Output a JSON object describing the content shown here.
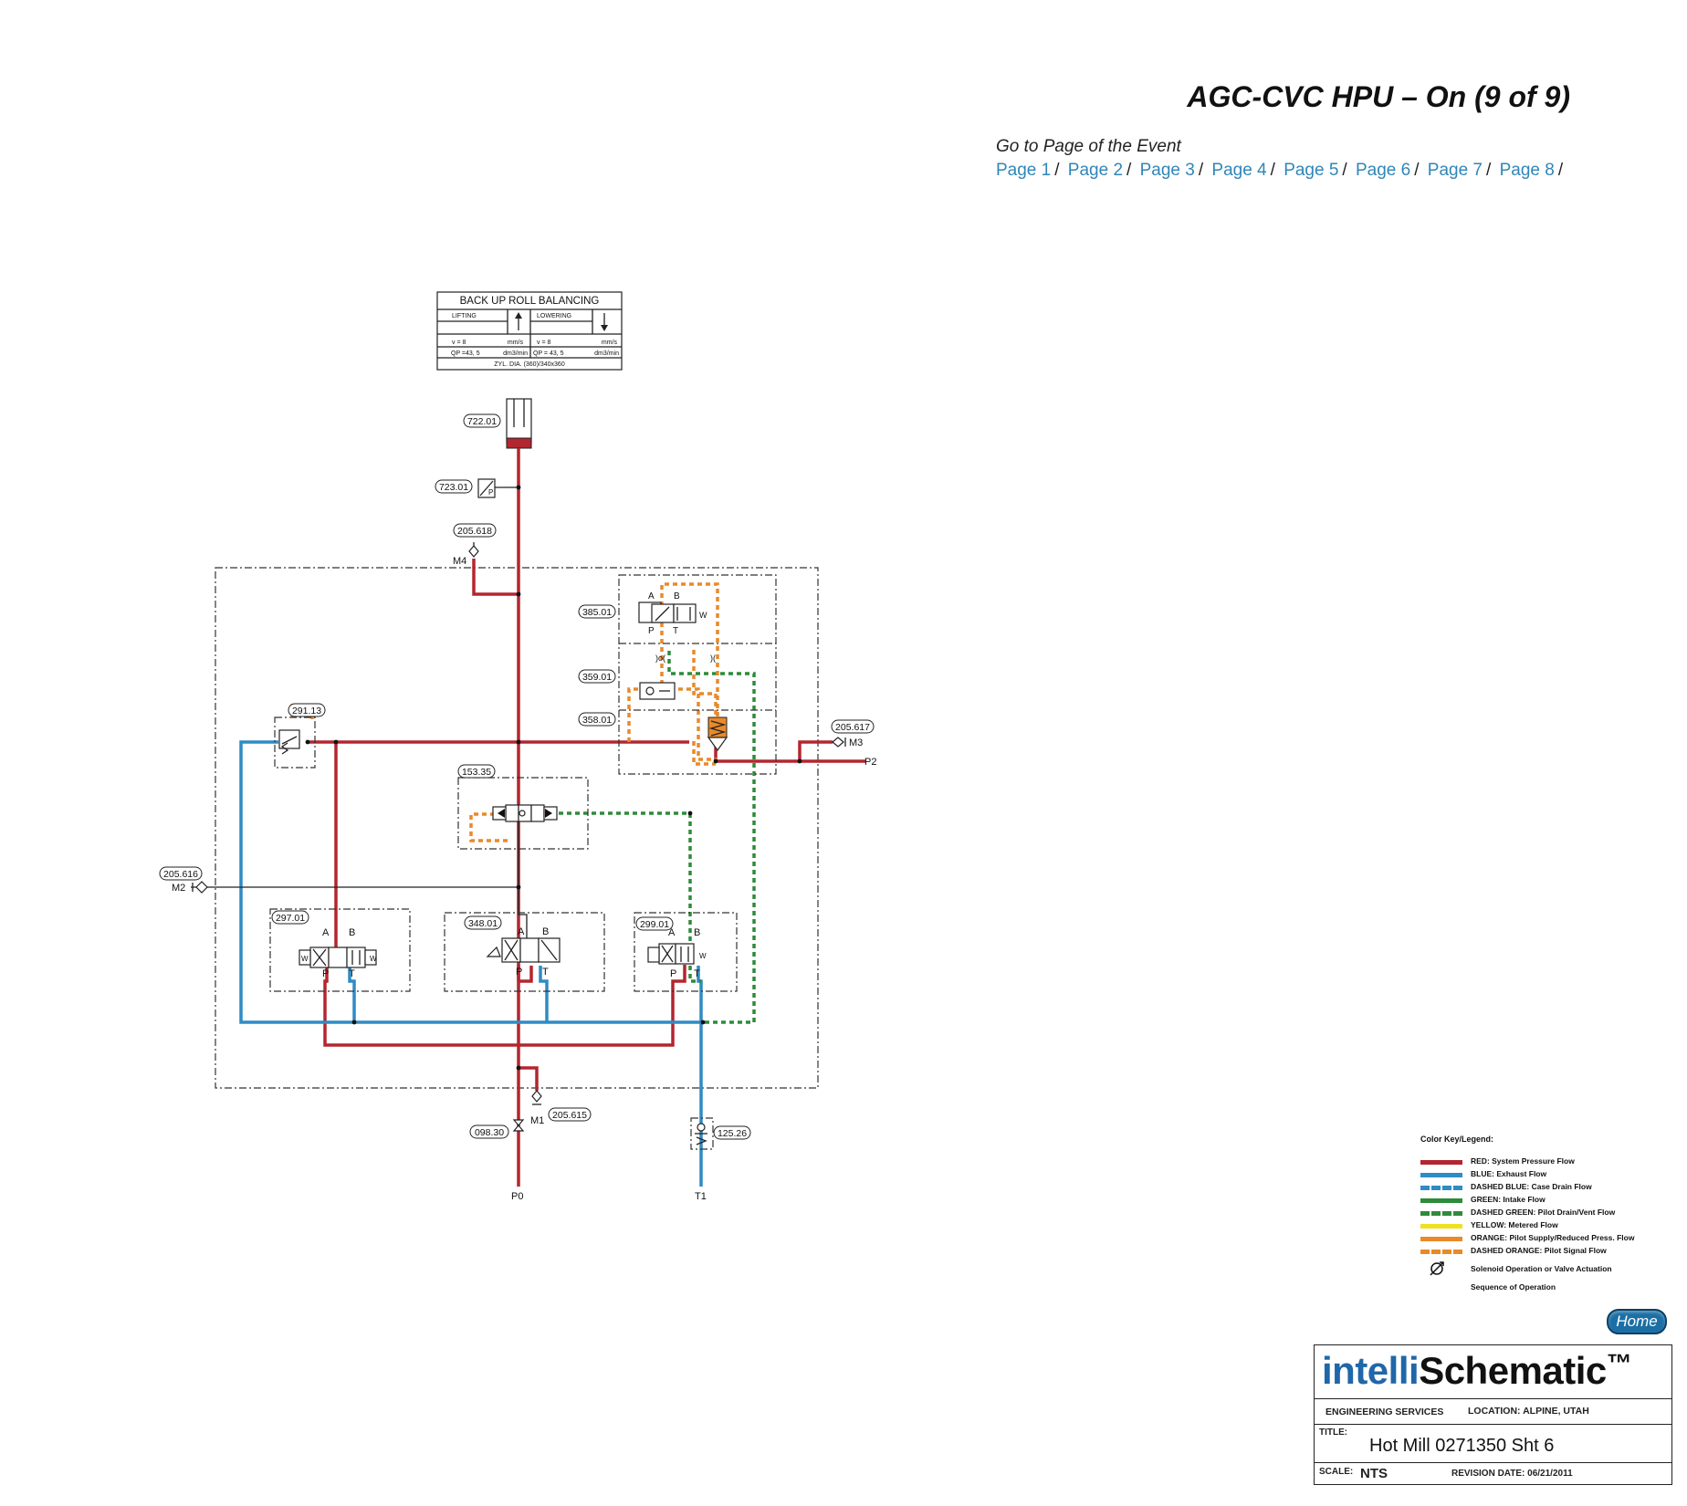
{
  "header": {
    "title": "AGC-CVC HPU – On (9 of 9)",
    "goto_label": "Go to Page of the Event",
    "pages": [
      "Page 1",
      "Page 2",
      "Page 3",
      "Page 4",
      "Page 5",
      "Page 6",
      "Page 7",
      "Page 8"
    ],
    "separator": "/"
  },
  "colors": {
    "pressure": "#b3262f",
    "exhaust": "#2f8bc4",
    "intake": "#2e8b3a",
    "metered": "#f0e020",
    "pilot": "#e88a2a",
    "line": "#222222"
  },
  "balancing_table": {
    "title": "BACK UP ROLL BALANCING",
    "lifting": "LIFTING",
    "lowering": "LOWERING",
    "v_left": "v = 8",
    "v_left_unit": "mm/s",
    "v_right": "v = 8",
    "v_right_unit": "mm/s",
    "qp_left": "QP =43, 5",
    "qp_left_unit": "dm3/min",
    "qp_right": "QP = 43, 5",
    "qp_right_unit": "dm3/min",
    "cyl": "ZYL. DIA. (360)/340x360"
  },
  "tags": {
    "t722": "722.01",
    "t723": "723.01",
    "t205_618": "205.618",
    "t385": "385.01",
    "t359": "359.01",
    "t358": "358.01",
    "t291": "291.13",
    "t205_617": "205.617",
    "t153": "153.35",
    "t205_616": "205.616",
    "t297": "297.01",
    "t348": "348.01",
    "t299": "299.01",
    "t205_615": "205.615",
    "t098": "098.30",
    "t125": "125.26"
  },
  "ports": {
    "m1": "M1",
    "m2": "M2",
    "m3": "M3",
    "m4": "M4",
    "p0": "P0",
    "p2": "P2",
    "t1": "T1",
    "a": "A",
    "b": "B",
    "p": "P",
    "t": "T",
    "w": "W"
  },
  "legend": {
    "title": "Color Key/Legend:",
    "items": [
      {
        "label": "RED: System Pressure Flow",
        "color": "#b3262f",
        "style": "solid"
      },
      {
        "label": "BLUE: Exhaust Flow",
        "color": "#2f8bc4",
        "style": "solid"
      },
      {
        "label": "DASHED BLUE: Case Drain Flow",
        "color": "#2f8bc4",
        "style": "dashed"
      },
      {
        "label": "GREEN: Intake Flow",
        "color": "#2e8b3a",
        "style": "solid"
      },
      {
        "label": "DASHED GREEN: Pilot Drain/Vent Flow",
        "color": "#2e8b3a",
        "style": "dashed"
      },
      {
        "label": "YELLOW: Metered Flow",
        "color": "#f0e020",
        "style": "solid"
      },
      {
        "label": "ORANGE: Pilot Supply/Reduced Press. Flow",
        "color": "#e88a2a",
        "style": "solid"
      },
      {
        "label": "DASHED ORANGE: Pilot Signal Flow",
        "color": "#e88a2a",
        "style": "dashed"
      }
    ],
    "solenoid": "Solenoid Operation or Valve Actuation",
    "sequence": "Sequence of Operation"
  },
  "home_label": "Home",
  "title_block": {
    "logo_prefix": "intelli",
    "logo_main": "Schematic",
    "logo_tm": "™",
    "services": "ENGINEERING SERVICES",
    "location": "LOCATION: ALPINE, UTAH",
    "title_label": "TITLE:",
    "title_value": "Hot Mill 0271350 Sht 6",
    "scale_label": "SCALE:",
    "scale_value": "NTS",
    "revision": "REVISION DATE: 06/21/2011"
  }
}
